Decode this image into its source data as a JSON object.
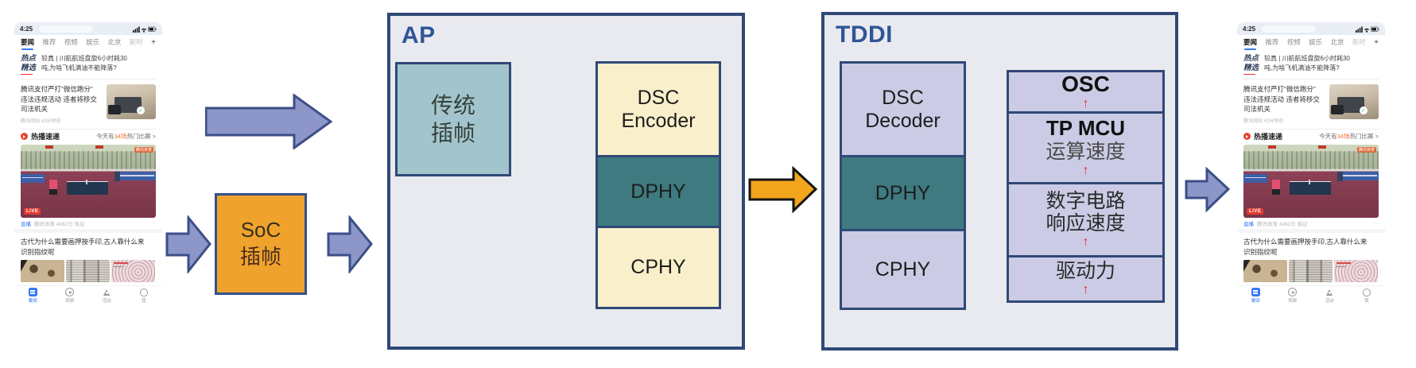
{
  "colors": {
    "container_fill": "#e9eaef",
    "container_border": "#2f4977",
    "purple_arrow": "#8d96c8",
    "purple_arrow_border": "#3c4f88",
    "orange_arrow": "#f2a51d",
    "soc_fill": "#f0a32c",
    "teal_dark": "#3e7a80",
    "teal_light": "#a2c5cd",
    "cream": "#f9efca",
    "lavender": "#cbcbe5",
    "red_up_arrow": "#f5262c",
    "title_blue": "#2e5597"
  },
  "diagram": {
    "soc": {
      "line1": "SoC",
      "line2": "插帧"
    },
    "ap": {
      "title": "AP",
      "legacy": {
        "line1": "传统",
        "line2": "插帧"
      },
      "stack": [
        {
          "line1": "DSC",
          "line2": "Encoder"
        },
        {
          "line1": "DPHY"
        },
        {
          "line1": "CPHY"
        }
      ]
    },
    "tddi": {
      "title": "TDDI",
      "stack1": [
        {
          "line1": "DSC",
          "line2": "Decoder"
        },
        {
          "line1": "DPHY"
        },
        {
          "line1": "CPHY"
        }
      ],
      "stack2": [
        {
          "main": "OSC",
          "arrow": "↑"
        },
        {
          "line1": "TP MCU",
          "line2": "运算速度",
          "arrow": "↑"
        },
        {
          "line1": "数字电路",
          "line2": "响应速度",
          "arrow": "↑"
        },
        {
          "main": "驱动力",
          "arrow": "↑"
        }
      ]
    }
  },
  "phone": {
    "status": {
      "time": "4:25"
    },
    "tabs": {
      "items": [
        "要闻",
        "推荐",
        "视频",
        "娱乐",
        "北京",
        "新时"
      ],
      "more": "+"
    },
    "hot": {
      "badge_line1": "热点",
      "badge_line2": "精选",
      "headline_line1": "较真 | 川航航班盘旋6小时耗30",
      "headline_line2": "吨,为啥飞机满油不能降落?"
    },
    "article1": {
      "line1": "腾讯支付严打“微信跑分”",
      "line2": "违法违规活动 违者将移交",
      "line3": "司法机关",
      "meta": "腾讯网站 43分钟前",
      "more": "⋯"
    },
    "section": {
      "title": "热播速递",
      "right_pre": "今天有",
      "right_highlight": "34场",
      "right_post": "热门比赛 >"
    },
    "video": {
      "live_badge": "LIVE",
      "logo": "腾讯体育"
    },
    "video_meta": {
      "tag": "直播",
      "text": "腾讯体育 4062万 热议",
      "more": "⋯"
    },
    "article2": {
      "line1": "古代为什么需要画押按手印,古人靠什么来",
      "line2": "识别指纹呢"
    },
    "nav": {
      "items": [
        {
          "label": "要闻"
        },
        {
          "label": "视频"
        },
        {
          "label": "活动"
        },
        {
          "label": "我"
        }
      ]
    }
  }
}
